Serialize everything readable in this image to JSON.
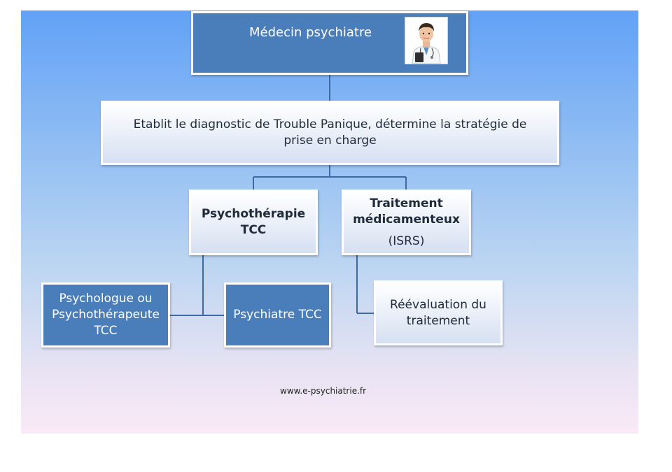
{
  "diagram": {
    "root": {
      "label": "Médecin psychiatre",
      "icon": "doctor-icon"
    },
    "diagnosis": {
      "text": "Etablit le diagnostic de Trouble Panique, détermine la stratégie de prise en charge"
    },
    "therapy": {
      "label": "Psychothérapie TCC"
    },
    "medication": {
      "label": "Traitement médicamenteux",
      "sublabel": "(ISRS)"
    },
    "psychologist": {
      "label": "Psychologue ou Psychothérapeute TCC"
    },
    "psychiatrist_tcc": {
      "label": "Psychiatre TCC"
    },
    "reevaluation": {
      "label": "Réévaluation du traitement"
    }
  },
  "footer": {
    "url": "www.e-psychiatrie.fr"
  },
  "colors": {
    "dark_box": "#4a7ebb",
    "connector": "#3b6aa5",
    "light_box_bottom": "#d6e0f2"
  }
}
